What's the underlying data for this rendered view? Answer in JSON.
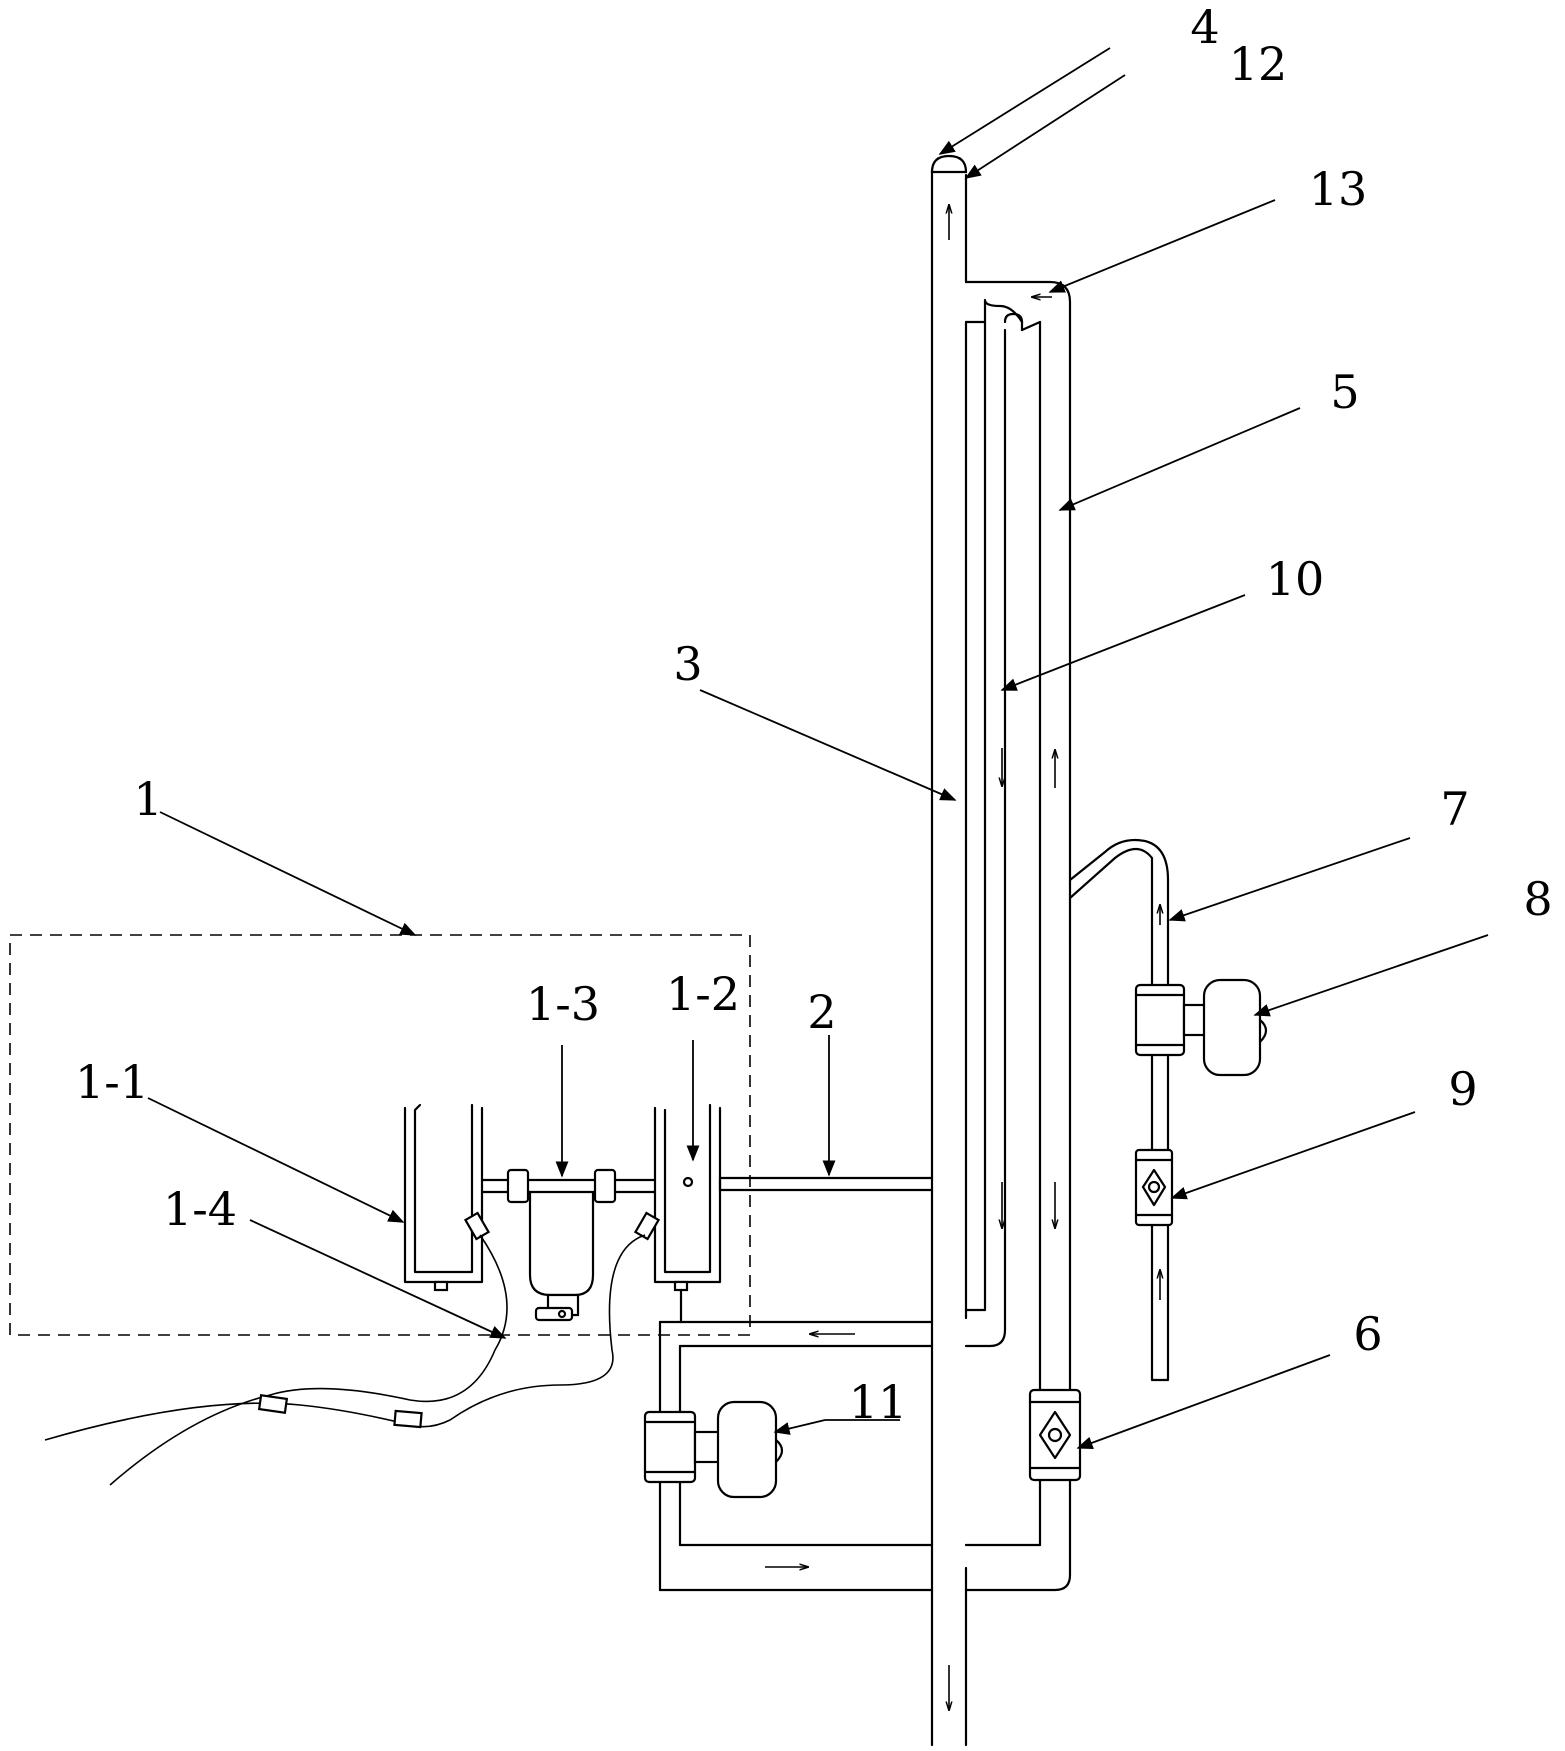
{
  "labels": {
    "l1": "1",
    "l1_1": "1-1",
    "l1_2": "1-2",
    "l1_3": "1-3",
    "l1_4": "1-4",
    "l2": "2",
    "l3": "3",
    "l4": "4",
    "l5": "5",
    "l6": "6",
    "l7": "7",
    "l8": "8",
    "l9": "9",
    "l10": "10",
    "l11": "11",
    "l12": "12",
    "l13": "13"
  }
}
